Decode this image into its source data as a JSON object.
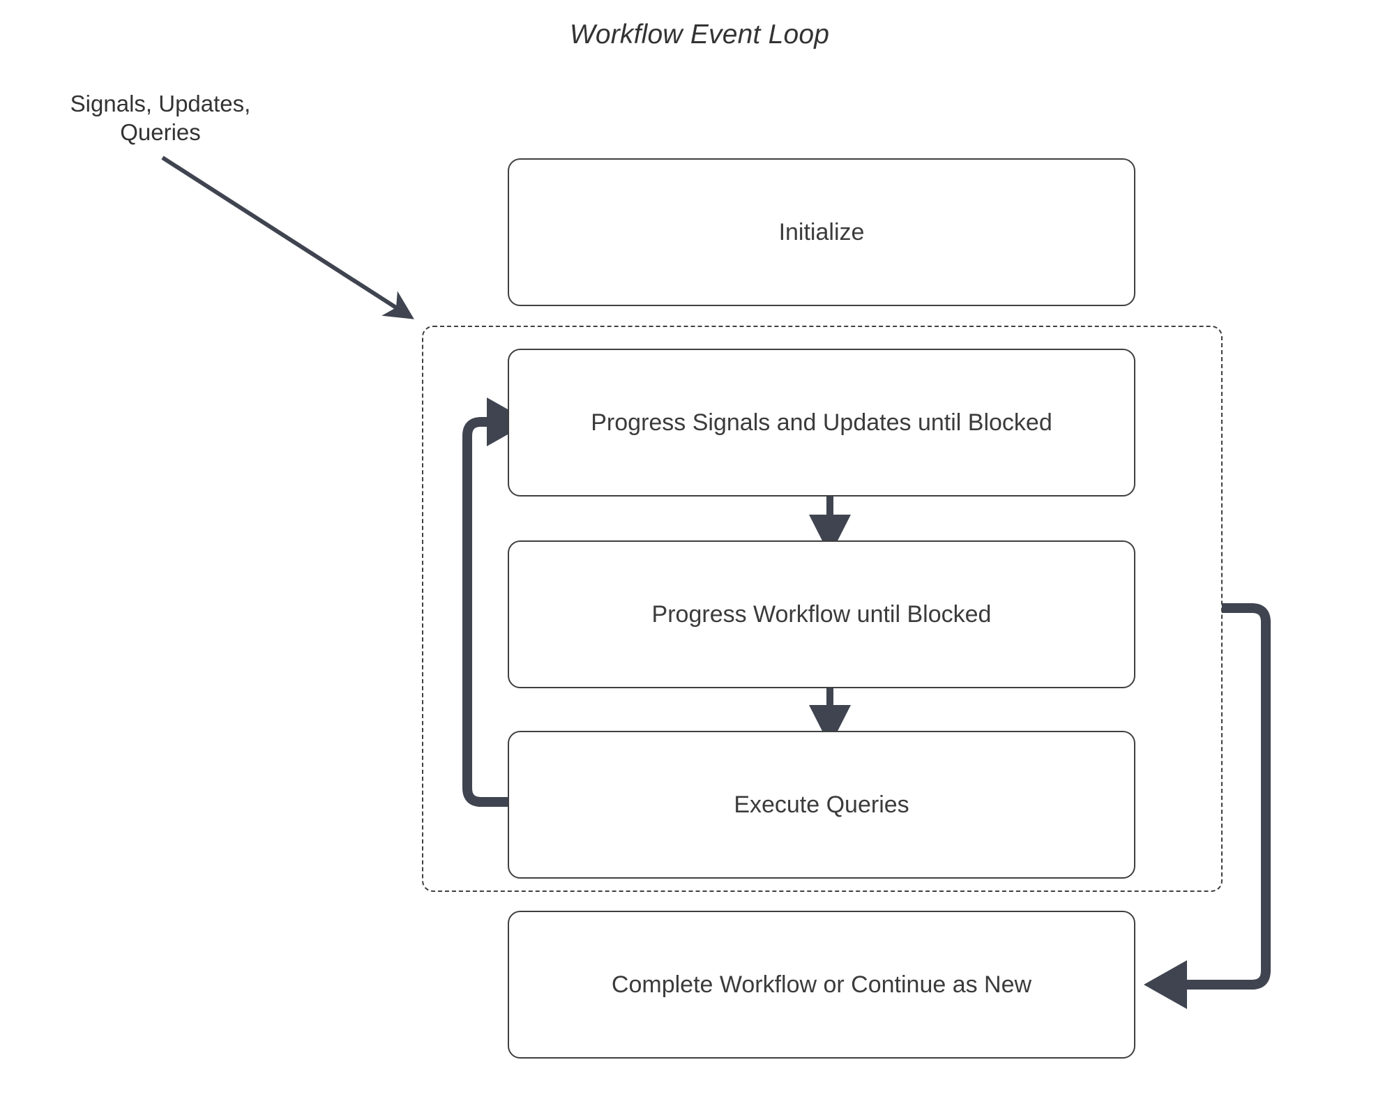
{
  "diagram": {
    "title": "Workflow Event Loop",
    "external_label": "Signals, Updates,\nQueries",
    "colors": {
      "node_border": "#3f3f3f",
      "node_fill": "#ffffff",
      "text": "#3b3b3b",
      "arrow": "#3f4450",
      "dashed_border": "#3f3f3f",
      "background": "#ffffff"
    },
    "nodes": [
      {
        "id": "initialize",
        "label": "Initialize"
      },
      {
        "id": "progress-signals",
        "label": "Progress Signals and Updates until Blocked"
      },
      {
        "id": "progress-workflow",
        "label": "Progress Workflow until Blocked"
      },
      {
        "id": "execute-queries",
        "label": "Execute Queries"
      },
      {
        "id": "complete-workflow",
        "label": "Complete Workflow or Continue as New"
      }
    ],
    "loop_group": {
      "id": "event-loop-group",
      "style": "dashed",
      "members": [
        "progress-signals",
        "progress-workflow",
        "execute-queries"
      ]
    },
    "edges": [
      {
        "id": "signals-into-loop",
        "from": "Signals, Updates, Queries",
        "to": "event-loop-group",
        "style": "diagonal-arrow"
      },
      {
        "id": "signals-to-workflow",
        "from": "progress-signals",
        "to": "progress-workflow",
        "style": "down-arrow"
      },
      {
        "id": "workflow-to-queries",
        "from": "progress-workflow",
        "to": "execute-queries",
        "style": "down-arrow"
      },
      {
        "id": "queries-loop-back",
        "from": "execute-queries",
        "to": "progress-signals",
        "style": "left-loop-back-arrow"
      },
      {
        "id": "loop-to-complete",
        "from": "event-loop-group",
        "to": "complete-workflow",
        "style": "right-loop-arrow"
      }
    ]
  }
}
